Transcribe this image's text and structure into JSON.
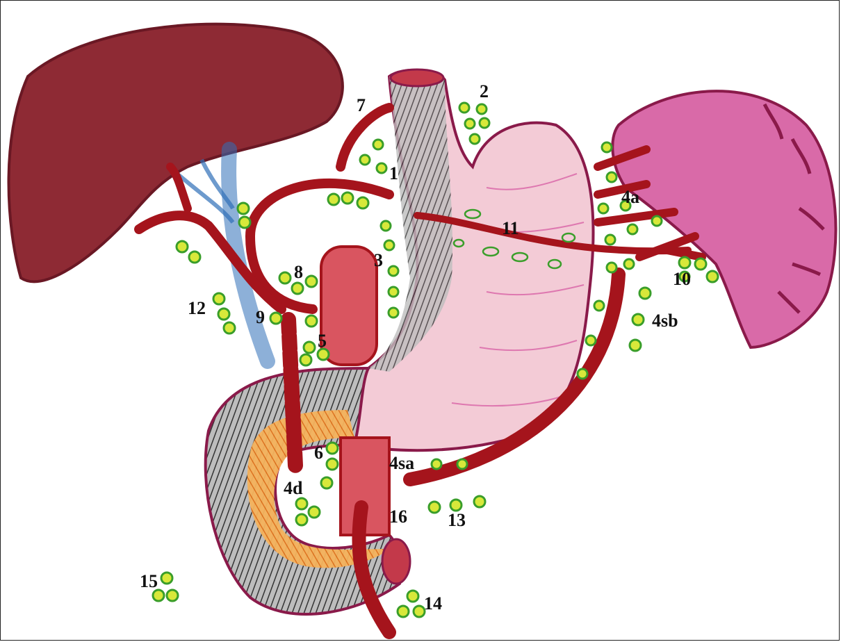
{
  "diagram": {
    "colors": {
      "liver": "#8e2a34",
      "vessel": "#a5141c",
      "bile_duct": "#2f6fb8",
      "stomach": "#f3cbd6",
      "spleen": "#d96aa8",
      "duodenum": "#6b6b6b",
      "pancreas": "#f08a2a",
      "lymph_node": "#d8e83a"
    },
    "labels": {
      "n1": "1",
      "n2": "2",
      "n3": "3",
      "n4a": "4a",
      "n4sa": "4sa",
      "n4sb": "4sb",
      "n4d": "4d",
      "n5": "5",
      "n6": "6",
      "n7": "7",
      "n8": "8",
      "n9": "9",
      "n10": "10",
      "n11": "11",
      "n12": "12",
      "n13": "13",
      "n14": "14",
      "n15": "15",
      "n16": "16"
    }
  }
}
